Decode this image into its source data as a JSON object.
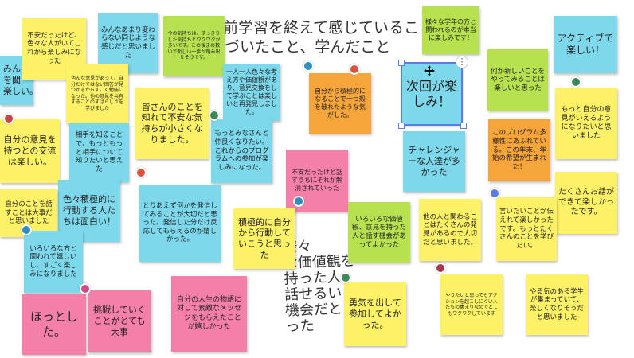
{
  "title_line1": "前学習を終えて感じていること",
  "title_line2": "づいたこと、学んだこと",
  "handwritten": "様々\nな価値観を\n持った人\n話せるい\n機会だと\nった",
  "notes": {
    "n1": "みん\nを聞\n楽しい。",
    "n2": "不安だったけど、色々な人がいてこれから楽しみになった",
    "n3": "みんなあまり変わらない同じような感じだと思いました",
    "n4": "今の気持ちは、すっきりした気持ちとワクワクが多いです。この後まの数いで新しい一歩が踏み出せそうです。",
    "n5": "色んな意見があって、自分だけではない回答が見つかるからすごく勉強になった。他の意見を共有することのすばらしさを学びました",
    "n6": "一人一人色々な考え方や価値観があり、意見交換をして学ぶことは楽しいと再発見しました。",
    "n7": "自分から積極的になることで一つ殻を破れたような気がした。",
    "n8": "次回が楽しみ！",
    "n9": "様々な学年の方と関われるのが本当に楽しみです！",
    "n10": "アクティブで楽しい！",
    "n11": "何か新しいことをやってみることは楽しいと思った",
    "n12": "皆さんのことを知れて不安な気持ちが小さくなりました。",
    "n13": "自分の意見を持つとの交流は楽しい。",
    "n14": "相手を知ることで、もっともっと相手について知りたいと思えた",
    "n15": "もっとみなさんと仲良くなりたい。これからのプログラムへの参加が楽しみになった。",
    "n16": "チャレンジャーな人達が多かった",
    "n17": "このプログラム多様性にあふれている。この年末、年始の希望が生まれた！",
    "n18": "もっと自分の意見がいえるようになりたいと思いました",
    "n19": "不安だったけど話すうちにそれが解消されていった",
    "n20": "色々積極的に行動する人たちは面白い！",
    "n21": "自分のことを話すことは大事だと思いました",
    "n22": "とりあえず何かを発信してみることが大切だと思った。発信した分だけ反応してもらえるのが嬉しかった。",
    "n23": "たくさんお話ができて楽しかったです。",
    "n24": "積極的に自分から行動していこうと思った",
    "n25": "いろいろな価値観、意見を持った人と話す機会があってよかった",
    "n26": "他の人と関わることはたくさんの発見があるので大切だと思いました。",
    "n27": "言いたいことが伝えれて楽しかったです。もっとたくさんのことを学びたい。",
    "n28": "いろいろな方と関われて嬉しいし、すごく楽しみになりました",
    "n29": "ほっとした。",
    "n30": "挑戦していくことがとても大事",
    "n31": "自分の人生の物語に対して素敵なメッセージをもらえたことが嬉しかった",
    "n32": "勇気を出して参加してよかった。",
    "n33": "やりたいと思ってもアクションを起こしにくい人たちの集まりなのでとてもワクワクしています",
    "n34": "やる気のある学生が集まっていて、楽しくなりそうだと思いました"
  },
  "colors": {
    "yellow": "#fdf267",
    "blue": "#7dd8ec",
    "green": "#b7e14f",
    "orange": "#f6a53b",
    "pink": "#f47fa8",
    "selection": "#5b7be6"
  },
  "icons": {
    "more": "⋮"
  }
}
